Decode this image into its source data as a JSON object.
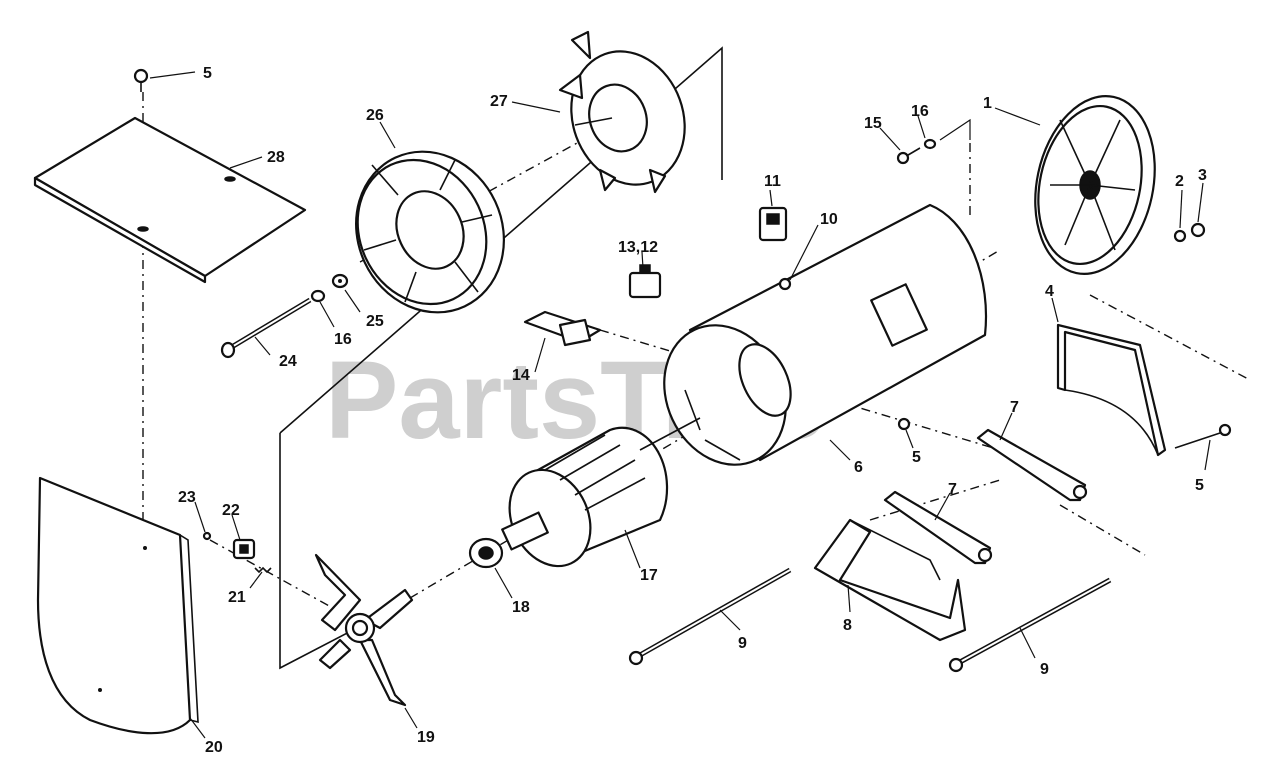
{
  "watermark": {
    "text": "PartsTree",
    "trademark": "™"
  },
  "callouts": {
    "c1": "1",
    "c2": "2",
    "c3": "3",
    "c4": "4",
    "c5a": "5",
    "c5b": "5",
    "c5c": "5",
    "c6": "6",
    "c7a": "7",
    "c7b": "7",
    "c8": "8",
    "c9a": "9",
    "c9b": "9",
    "c10": "10",
    "c11": "11",
    "c1312": "13,12",
    "c14": "14",
    "c15": "15",
    "c16a": "16",
    "c16b": "16",
    "c17": "17",
    "c18": "18",
    "c19": "19",
    "c20": "20",
    "c21": "21",
    "c22": "22",
    "c23": "23",
    "c24": "24",
    "c25": "25",
    "c26": "26",
    "c27": "27",
    "c28": "28"
  }
}
